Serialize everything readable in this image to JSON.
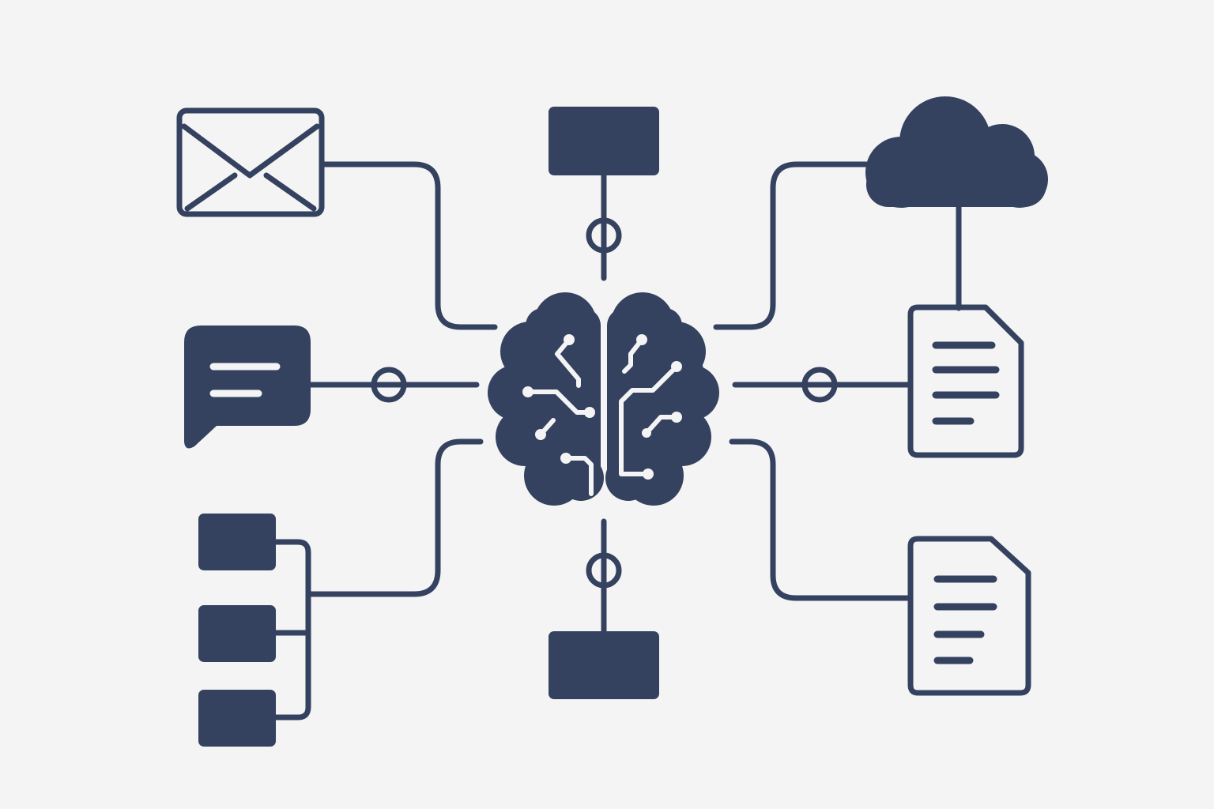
{
  "diagram": {
    "colors": {
      "background": "#f4f4f4",
      "ink": "#344260",
      "circuit": "#f4f4f4"
    },
    "nodes": [
      {
        "name": "brain-icon",
        "shape": "brain with circuit traces",
        "role": "central hub"
      },
      {
        "name": "envelope-icon",
        "shape": "email envelope outline"
      },
      {
        "name": "chat-bubble-icon",
        "shape": "speech bubble with two text lines"
      },
      {
        "name": "folder-hierarchy-icon",
        "shape": "three stacked blocks joined by a bracket"
      },
      {
        "name": "top-block-icon",
        "shape": "filled rectangle"
      },
      {
        "name": "bottom-block-icon",
        "shape": "filled rectangle"
      },
      {
        "name": "cloud-icon",
        "shape": "filled cloud"
      },
      {
        "name": "document-icon",
        "shape": "document with four text lines"
      },
      {
        "name": "document-icon",
        "shape": "document with four text lines"
      }
    ],
    "junction_count": 4,
    "connector_count": 8
  }
}
